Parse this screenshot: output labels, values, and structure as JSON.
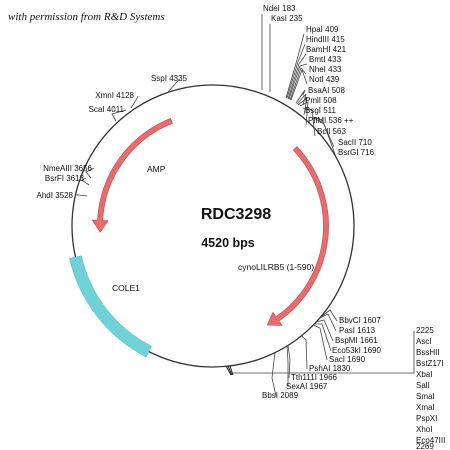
{
  "credit": "with permission from R&D Systems",
  "plasmid": {
    "name": "RDC3298",
    "size_label": "4520 bps",
    "length_bp": 4520
  },
  "features": [
    {
      "id": "amp",
      "label": "AMP",
      "start": 3350,
      "end": 4250,
      "direction": "ccw",
      "color": "#e66d6d"
    },
    {
      "id": "insert",
      "label": "cynoLILRB5 (1-590)",
      "start": 585,
      "end": 1900,
      "direction": "cw",
      "color": "#e66d6d"
    },
    {
      "id": "cole1",
      "label": "COLE1",
      "start": 2600,
      "end": 3230,
      "direction": "none",
      "color": "#6fd2d6"
    }
  ],
  "sites": [
    {
      "label": "NdeI 183"
    },
    {
      "label": "KasI 235"
    },
    {
      "label": "HpaI 409"
    },
    {
      "label": "HindIII 415"
    },
    {
      "label": "BamHI 421"
    },
    {
      "label": "BmtI 433"
    },
    {
      "label": "NheI 433"
    },
    {
      "label": "NotI 439"
    },
    {
      "label": "BsaAI 508"
    },
    {
      "label": "PmlI 508"
    },
    {
      "label": "BsgI 511"
    },
    {
      "label": "PflMI 536 ++"
    },
    {
      "label": "BclI 563"
    },
    {
      "label": "SacII 710"
    },
    {
      "label": "BsrGI 716"
    },
    {
      "label": "BbvCI 1607"
    },
    {
      "label": "PasI 1613"
    },
    {
      "label": "BspMI 1661"
    },
    {
      "label": "Eco53kI 1690"
    },
    {
      "label": "SacI 1690"
    },
    {
      "label": "PshAI 1830"
    },
    {
      "label": "Tth111I 1966"
    },
    {
      "label": "SexAI 1967"
    },
    {
      "label": "BbsI 2089"
    },
    {
      "label": "AhdI 3528"
    },
    {
      "label": "BsrFI 3613"
    },
    {
      "label": "NmeAIII 3656"
    },
    {
      "label": "ScaI 4011"
    },
    {
      "label": "XmnI 4128"
    },
    {
      "label": "SspI 4335"
    }
  ],
  "mcs_block": {
    "start": "2225",
    "enzymes": [
      "AscI",
      "BssHII",
      "BstZ17I",
      "XbaI",
      "SalI",
      "SmaI",
      "XmaI",
      "PspXI",
      "XhoI",
      "Eco47III"
    ],
    "end": "2269"
  }
}
